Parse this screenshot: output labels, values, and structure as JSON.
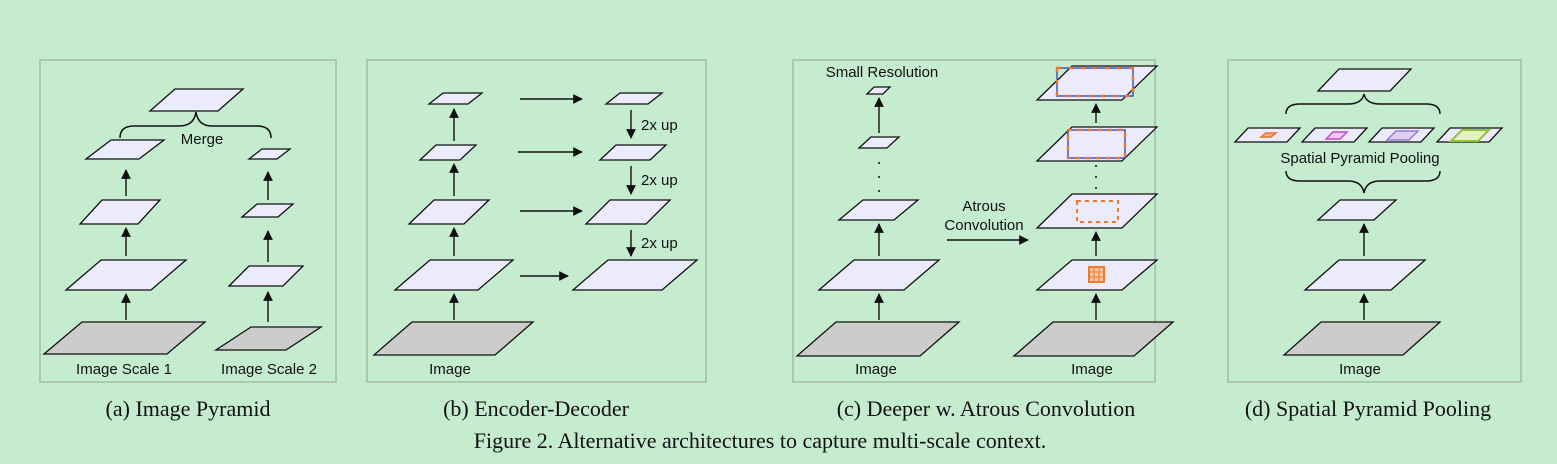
{
  "panels": {
    "a": {
      "merge_label": "Merge",
      "image_label_1": "Image Scale 1",
      "image_label_2": "Image Scale 2",
      "caption": "(a) Image Pyramid"
    },
    "b": {
      "up_label_1": "2x up",
      "up_label_2": "2x up",
      "up_label_3": "2x up",
      "image_label": "Image",
      "caption": "(b) Encoder-Decoder"
    },
    "c": {
      "small_resolution_label": "Small Resolution",
      "atrous_label_line1": "Atrous",
      "atrous_label_line2": "Convolution",
      "image_label_left": "Image",
      "image_label_right": "Image",
      "caption": "(c) Deeper w. Atrous Convolution"
    },
    "d": {
      "spp_label": "Spatial Pyramid Pooling",
      "image_label": "Image",
      "caption": "(d) Spatial Pyramid Pooling"
    }
  },
  "figure_caption": "Figure 2. Alternative architectures to capture multi-scale context.",
  "colors": {
    "background": "#c6ecd0",
    "box_border": "#a7b9ab",
    "feature_fill": "#ebebfc",
    "image_fill": "#cccccc",
    "stroke": "#111111",
    "atrous_orange": "#ee7a2e",
    "atrous_blue": "#3f55c9",
    "pool_orange": "#e8732c",
    "pool_magenta": "#c04ccf",
    "pool_purple": "#9a7ad6",
    "pool_green": "#8fc43a"
  }
}
